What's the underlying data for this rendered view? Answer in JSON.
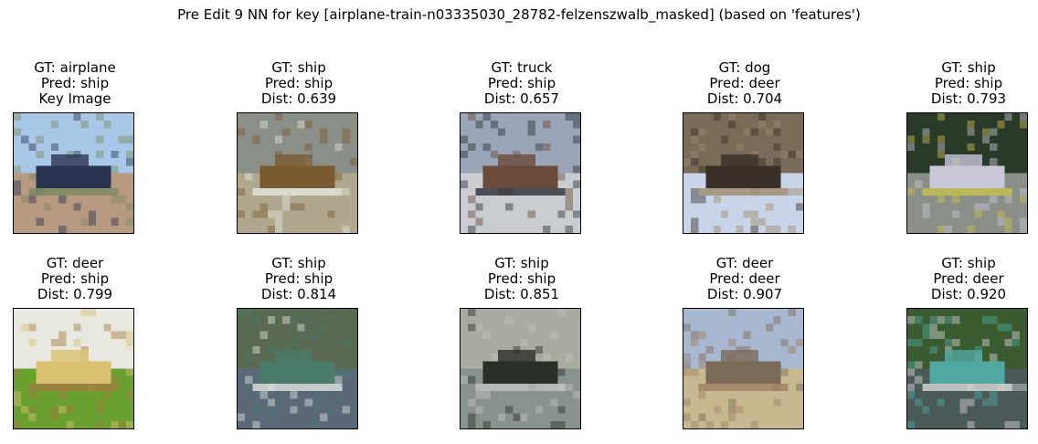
{
  "title": "Pre Edit 9 NN for key [airplane-train-n03335030_28782-felzenszwalb_masked] (based on 'features')",
  "panels": [
    {
      "gt": "GT: airplane",
      "pred": "Pred: ship",
      "extra": "Key Image",
      "image_desc": "airplane-icon",
      "colors": {
        "sky": "#a9c8e8",
        "ground": "#b89a82",
        "main": "#2a3450",
        "accent": "#7a8a60"
      }
    },
    {
      "gt": "GT: ship",
      "pred": "Pred: ship",
      "extra": "Dist: 0.639",
      "image_desc": "ship-icon",
      "colors": {
        "sky": "#8a8f88",
        "ground": "#b0a88e",
        "main": "#7a5a30",
        "accent": "#e2e4dc"
      }
    },
    {
      "gt": "GT: truck",
      "pred": "Pred: ship",
      "extra": "Dist: 0.657",
      "image_desc": "truck-icon",
      "colors": {
        "sky": "#9aa6b8",
        "ground": "#c9ccd0",
        "main": "#6a4a38",
        "accent": "#2a3038"
      }
    },
    {
      "gt": "GT: dog",
      "pred": "Pred: deer",
      "extra": "Dist: 0.704",
      "image_desc": "dog-icon",
      "colors": {
        "sky": "#7a6a58",
        "ground": "#c8d4e8",
        "main": "#3a3028",
        "accent": "#a08a6a"
      }
    },
    {
      "gt": "GT: ship",
      "pred": "Pred: ship",
      "extra": "Dist: 0.793",
      "image_desc": "ship-icon",
      "colors": {
        "sky": "#2a3a28",
        "ground": "#8a9088",
        "main": "#c8c8d8",
        "accent": "#c8c050"
      }
    },
    {
      "gt": "GT: deer",
      "pred": "Pred: ship",
      "extra": "Dist: 0.799",
      "image_desc": "deer-icon",
      "colors": {
        "sky": "#e8e8e0",
        "ground": "#6aa030",
        "main": "#d8c070",
        "accent": "#a07a40"
      }
    },
    {
      "gt": "GT: ship",
      "pred": "Pred: ship",
      "extra": "Dist: 0.814",
      "image_desc": "ship-icon",
      "colors": {
        "sky": "#5a6a50",
        "ground": "#5a6878",
        "main": "#4a7a6a",
        "accent": "#e0e4e0"
      }
    },
    {
      "gt": "GT: ship",
      "pred": "Pred: ship",
      "extra": "Dist: 0.851",
      "image_desc": "ship-icon",
      "colors": {
        "sky": "#a8aca0",
        "ground": "#8a9290",
        "main": "#2a3028",
        "accent": "#c0c4c0"
      }
    },
    {
      "gt": "GT: deer",
      "pred": "Pred: deer",
      "extra": "Dist: 0.907",
      "image_desc": "deer-icon",
      "colors": {
        "sky": "#a8b8d0",
        "ground": "#c8b890",
        "main": "#7a6a58",
        "accent": "#a08060"
      }
    },
    {
      "gt": "GT: ship",
      "pred": "Pred: deer",
      "extra": "Dist: 0.920",
      "image_desc": "ship-icon",
      "colors": {
        "sky": "#3a5a30",
        "ground": "#4a5a58",
        "main": "#50a8a0",
        "accent": "#d8d8d8"
      }
    }
  ]
}
